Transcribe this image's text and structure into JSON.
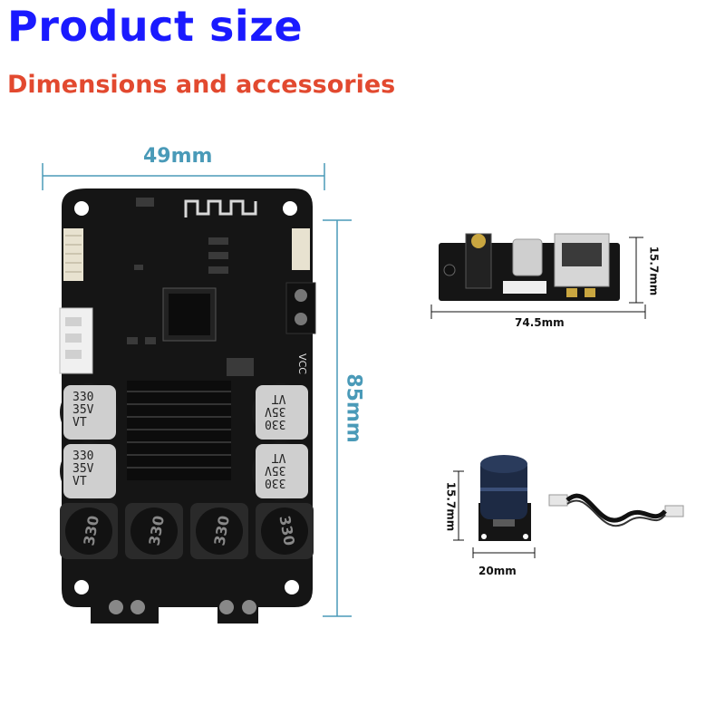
{
  "header": {
    "title": "Product size",
    "subtitle": "Dimensions and accessories"
  },
  "dimensions": {
    "main_board_width": "49mm",
    "main_board_height": "85mm",
    "io_board_width": "74.5mm",
    "io_board_height": "15.7mm",
    "knob_board_height": "15.7mm",
    "knob_board_width": "20mm"
  },
  "board_text": {
    "capacitor_value": "330",
    "capacitor_voltage": "35V",
    "capacitor_series": "VT",
    "inductor_value": "330",
    "vcc_label": "VCC"
  },
  "colors": {
    "title": "#1a1aff",
    "subtitle": "#e2492f",
    "dimension_lines": "#4a9ab8",
    "pcb": "#151515"
  }
}
